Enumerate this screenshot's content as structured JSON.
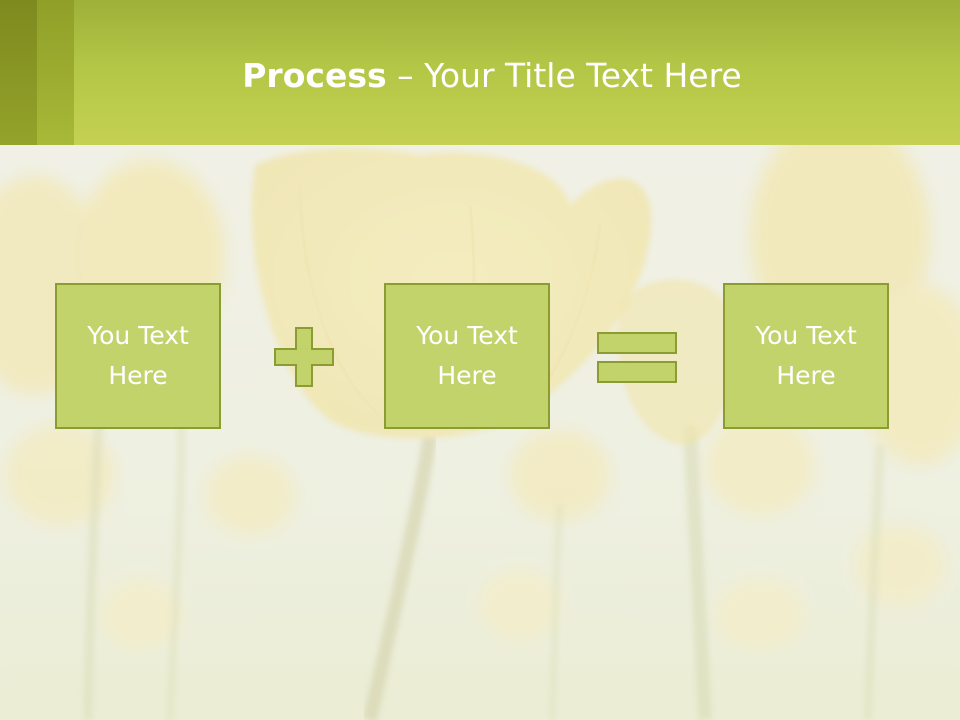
{
  "slide": {
    "title_bold": "Process",
    "title_rest": " – Your Title Text Here"
  },
  "process": {
    "boxes": [
      {
        "line1": "You Text",
        "line2": "Here"
      },
      {
        "line1": "You Text",
        "line2": "Here"
      },
      {
        "line1": "You Text",
        "line2": "Here"
      }
    ],
    "operators": [
      "plus-icon",
      "equals-icon"
    ]
  },
  "colors": {
    "accent": "#b8c94a",
    "box_fill": "#c2d36c",
    "box_border": "#8b9c33",
    "text": "#ffffff"
  }
}
